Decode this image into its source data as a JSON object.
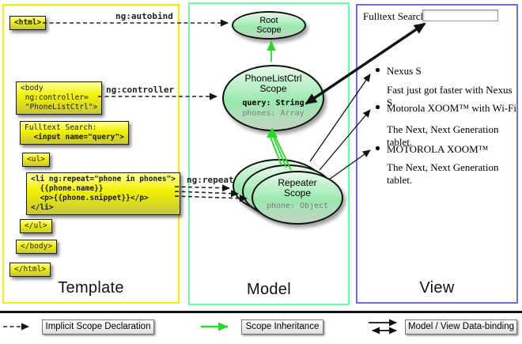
{
  "colors": {
    "template_border": "#f2f200",
    "model_border": "#66ffa8",
    "view_border": "#6b6bff",
    "code_box_yellow": "#f0f000",
    "scope_green": "#9ae8ae",
    "inheritance_arrow_green": "#22dd22",
    "arrow_black": "#111111"
  },
  "columns": {
    "template": "Template",
    "model": "Model",
    "view": "View"
  },
  "template_code": {
    "html_open": "<html>",
    "body_open": "<body\n ng:controller=\n \"PhoneListCtrl\">",
    "fulltext_label": "Fulltext Search:",
    "fulltext_input": "  <input name=\"query\">",
    "ul_open": "<ul>",
    "li_repeat": "<li ng:repeat=\"phone in phones\">\n  {{phone.name}}\n  <p>{{phone.snippet}}</p>\n</li>",
    "ul_close": "</ul>",
    "body_close": "</body>",
    "html_close": "</html>"
  },
  "directive_labels": {
    "autobind": "ng:autobind",
    "controller": "ng:controller",
    "repeat": "ng:repeat"
  },
  "scopes": {
    "root": {
      "title": "Root\nScope"
    },
    "phonelist": {
      "title": "PhoneListCtrl\nScope",
      "prop_query": "query: String",
      "prop_phones": "phones: Array"
    },
    "repeater": {
      "title": "Repeater\nScope",
      "prop_phone": "phone: Object"
    }
  },
  "view": {
    "search_label": "Fulltext Search:",
    "search_value": "",
    "items": [
      {
        "title": "Nexus S",
        "desc": "Fast just got faster with Nexus S."
      },
      {
        "title": "Motorola XOOM™ with Wi-Fi",
        "desc": "The Next, Next Generation tablet."
      },
      {
        "title": "MOTOROLA XOOM™",
        "desc": "The Next, Next Generation tablet."
      }
    ]
  },
  "legend": {
    "implicit": "Implicit Scope Declaration",
    "inheritance": "Scope Inheritance",
    "binding": "Model / View Data-binding"
  }
}
